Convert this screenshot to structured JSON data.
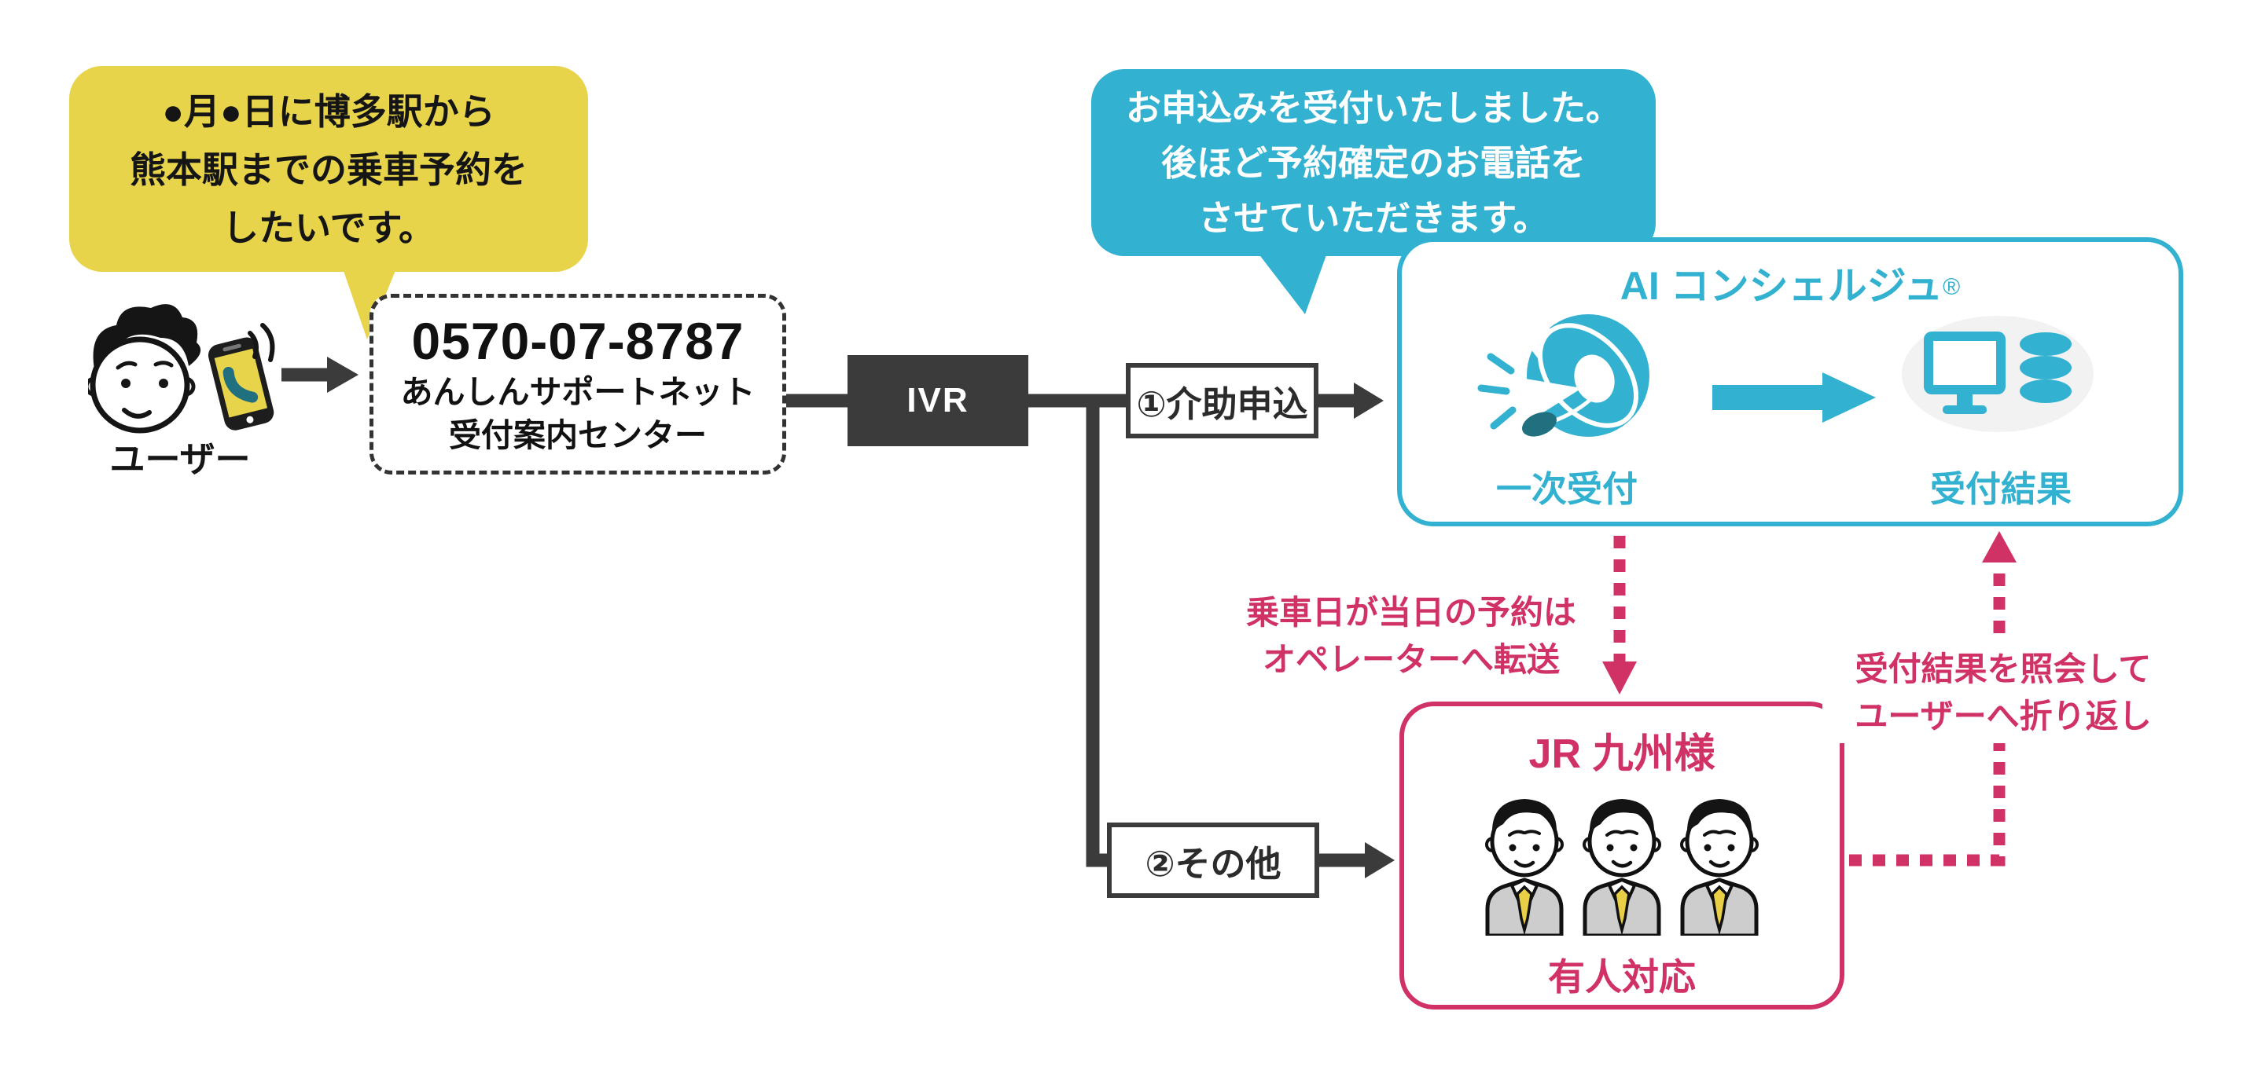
{
  "palette": {
    "yellow": "#E8D44B",
    "cyan": "#32B1D0",
    "pink": "#D13266",
    "dark_gray": "#3B3B3B",
    "teal": "#20707F",
    "suit_gray": "#CDCDCD",
    "tie_yellow": "#E9CF45",
    "icon_bg_gray": "#F2F2F2"
  },
  "user_bubble": {
    "lines": [
      "●月●日に博多駅から",
      "熊本駅までの乗車予約を",
      "したいです。"
    ]
  },
  "ai_bubble": {
    "lines": [
      "お申込みを受付いたしました。",
      "後ほど予約確定のお電話を",
      "させていただきます。"
    ]
  },
  "user": {
    "label": "ユーザー"
  },
  "call_center": {
    "phone": "0570-07-8787",
    "lines": [
      "あんしんサポートネット",
      "受付案内センター"
    ]
  },
  "ivr": {
    "label": "IVR"
  },
  "branches": {
    "assist": "①介助申込",
    "other": "②その他"
  },
  "ai_box": {
    "title": "AI コンシェルジュ",
    "reg_mark": "®",
    "primary_label": "一次受付",
    "result_label": "受付結果"
  },
  "jr_box": {
    "title": "JR 九州様",
    "label": "有人対応"
  },
  "notes": {
    "transfer": [
      "乗車日が当日の予約は",
      "オペレーターへ転送"
    ],
    "callback": [
      "受付結果を照会して",
      "ユーザーへ折り返し"
    ]
  }
}
